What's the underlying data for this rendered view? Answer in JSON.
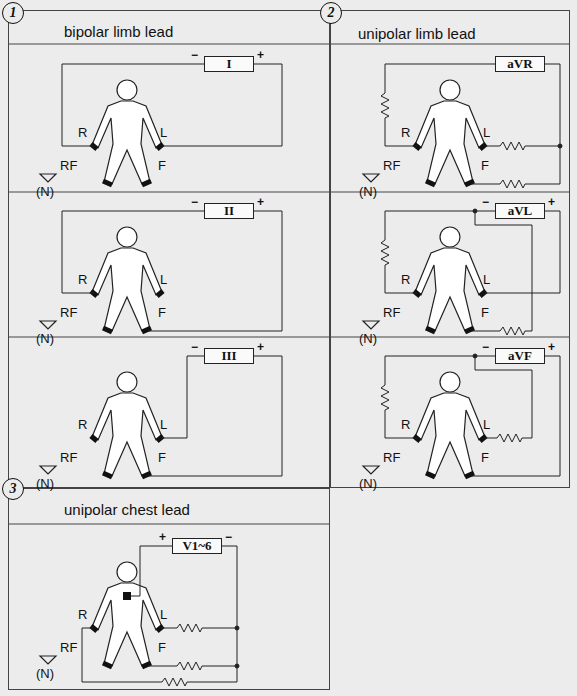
{
  "diagram": {
    "nodes": [
      {
        "text": [
          "bipolar limb lead"
        ]
      },
      {
        "text": [
          "I"
        ],
        "in": 0
      },
      {
        "text": [
          "II"
        ],
        "in": 0
      },
      {
        "text": [
          "III"
        ],
        "in": 0
      },
      {
        "text": [
          "unipolar limb lead"
        ]
      },
      {
        "text": [
          "aVR"
        ],
        "in": 4
      },
      {
        "text": [
          "aVL"
        ],
        "in": 4
      },
      {
        "text": [
          "aVF"
        ],
        "in": 4
      },
      {
        "text": [
          "unipolar chest lead"
        ]
      },
      {
        "text": [
          "V1~6"
        ],
        "in": 8
      }
    ],
    "labels": [
      "1",
      "−",
      "+",
      "R",
      "L",
      "RF",
      "F",
      "(N)",
      "−",
      "+",
      "R",
      "L",
      "RF",
      "F",
      "(N)",
      "−",
      "+",
      "R",
      "L",
      "RF",
      "F",
      "(N)",
      "2",
      "R",
      "L",
      "RF",
      "F",
      "(N)",
      "−",
      "+",
      "R",
      "L",
      "RF",
      "F",
      "(N)",
      "−",
      "+",
      "R",
      "L",
      "RF",
      "F",
      "(N)",
      "3",
      "+",
      "−",
      "R",
      "L",
      "RF",
      "F",
      "(N)"
    ]
  }
}
